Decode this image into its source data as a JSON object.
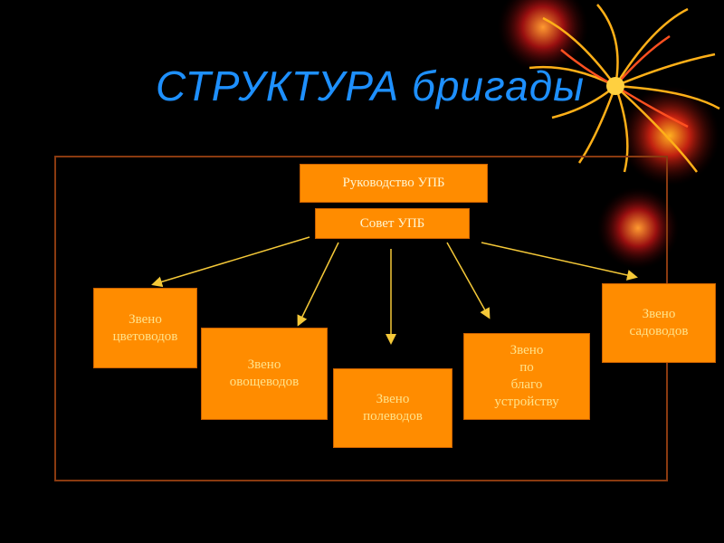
{
  "title": "СТРУКТУРА бригады",
  "head_box": "Руководство УПБ",
  "council_box": "Совет УПБ",
  "units": [
    {
      "lines": [
        "Звено",
        "цветоводов"
      ]
    },
    {
      "lines": [
        "Звено",
        "овощеводов"
      ]
    },
    {
      "lines": [
        "Звено",
        "полеводов"
      ]
    },
    {
      "lines": [
        "Звено",
        "по",
        "благо",
        "устройству"
      ]
    },
    {
      "lines": [
        "Звено",
        "садоводов"
      ]
    }
  ],
  "colors": {
    "title": "#1e90ff",
    "box": "#ff8c00",
    "box_text": "#ffe28a",
    "arrow": "#f4c838"
  }
}
